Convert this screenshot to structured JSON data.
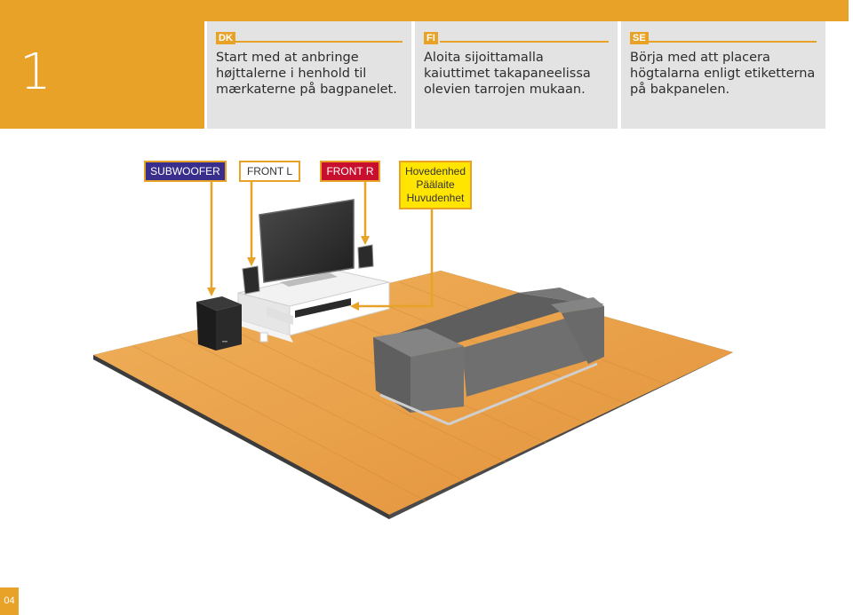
{
  "step": {
    "number": "1"
  },
  "columns": [
    {
      "lang": "DK",
      "text": "Start med at anbringe højttalerne i henhold til mærkaterne på bagpanelet."
    },
    {
      "lang": "FI",
      "text": "Aloita sijoittamalla kaiuttimet takapaneelissa olevien tarrojen mukaan."
    },
    {
      "lang": "SE",
      "text": "Börja med att placera högtalarna enligt etiketterna på bakpanelen."
    }
  ],
  "labels": {
    "subwoofer": "SUBWOOFER",
    "front_l": "FRONT L",
    "front_r": "FRONT R",
    "main_unit": [
      "Hovedenhed",
      "Päälaite",
      "Huvudenhet"
    ]
  },
  "page": {
    "number": "04"
  },
  "colors": {
    "accent": "#E8A227",
    "subwoofer_label": "#3A2E8C",
    "front_r_label": "#C8102E",
    "main_unit_label": "#FFE500",
    "floor": "#E8A24A",
    "sofa": "#6E6E6E"
  }
}
